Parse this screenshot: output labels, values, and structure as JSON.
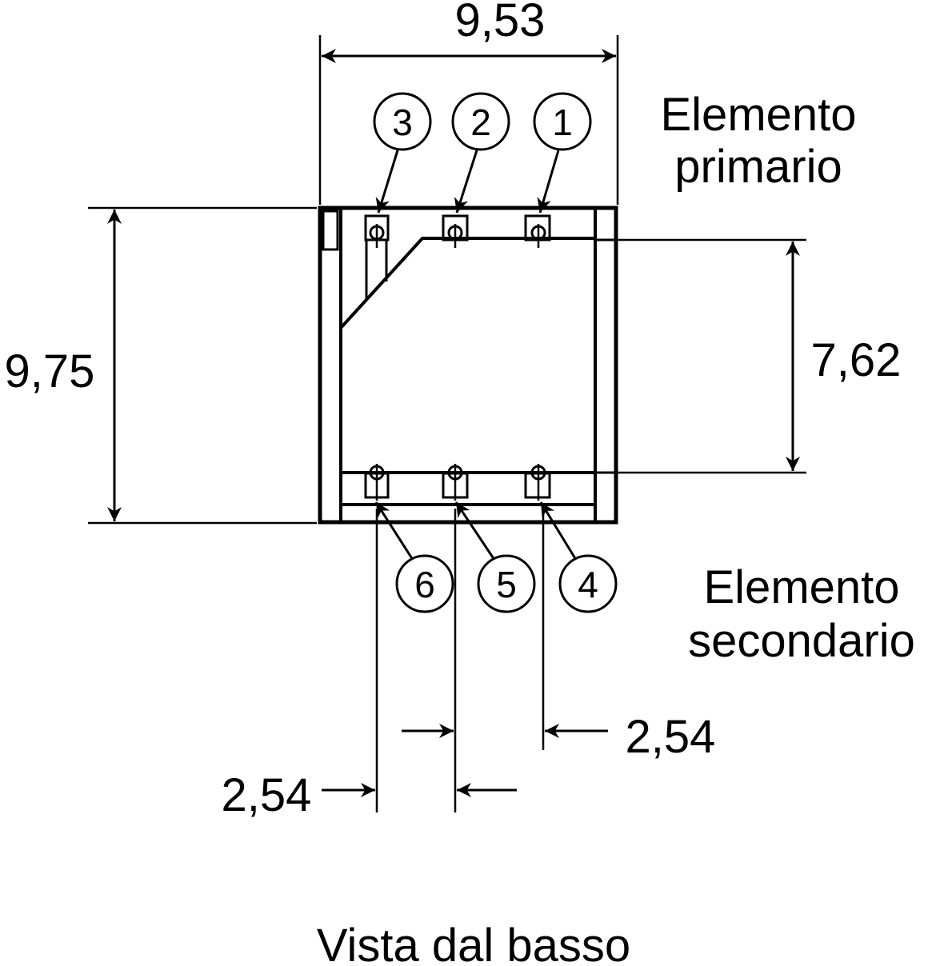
{
  "dimensions": {
    "width": "9,53",
    "height": "9,75",
    "row_spacing": "7,62",
    "pitch_right": "2,54",
    "pitch_left": "2,54"
  },
  "labels": {
    "primary_line1": "Elemento",
    "primary_line2": "primario",
    "secondary_line1": "Elemento",
    "secondary_line2": "secondario"
  },
  "pins": {
    "p1": "1",
    "p2": "2",
    "p3": "3",
    "p4": "4",
    "p5": "5",
    "p6": "6"
  },
  "caption": "Vista dal basso"
}
